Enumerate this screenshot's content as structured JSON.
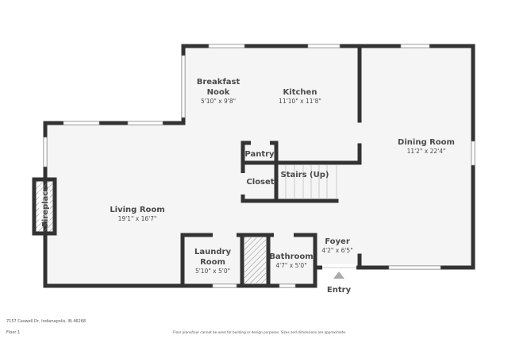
{
  "rooms": {
    "breakfast_nook": {
      "name_line1": "Breakfast",
      "name_line2": "Nook",
      "dims": "5'10\" x 9'8\""
    },
    "kitchen": {
      "name": "Kitchen",
      "dims": "11'10\" x 11'8\""
    },
    "dining_room": {
      "name": "Dining Room",
      "dims": "11'2\" x 22'4\""
    },
    "pantry": {
      "name": "Pantry"
    },
    "closet": {
      "name": "Closet"
    },
    "stairs": {
      "name": "Stairs (Up)"
    },
    "living_room": {
      "name": "Living Room",
      "dims": "19'1\" x 16'7\""
    },
    "fireplace": {
      "name": "Fireplace"
    },
    "laundry_room": {
      "name_line1": "Laundry",
      "name_line2": "Room",
      "dims": "5'10\" x 5'0\""
    },
    "bathroom": {
      "name": "Bathroom",
      "dims": "4'7\" x 5'0\""
    },
    "foyer": {
      "name": "Foyer",
      "dims": "4'2\" x 6'5\""
    }
  },
  "entry": {
    "label": "Entry"
  },
  "footer": {
    "address": "7157 Caswell Dr, Indianapolis, IN 46268",
    "floor": "Floor 1",
    "disclaimer": "Floor plans/tour cannot be used for building or design purposes. Sizes and dimensions are approximate."
  },
  "colors": {
    "wall": "#333333",
    "floor": "#f5f5f5",
    "entry_marker": "#aaaaaa"
  }
}
